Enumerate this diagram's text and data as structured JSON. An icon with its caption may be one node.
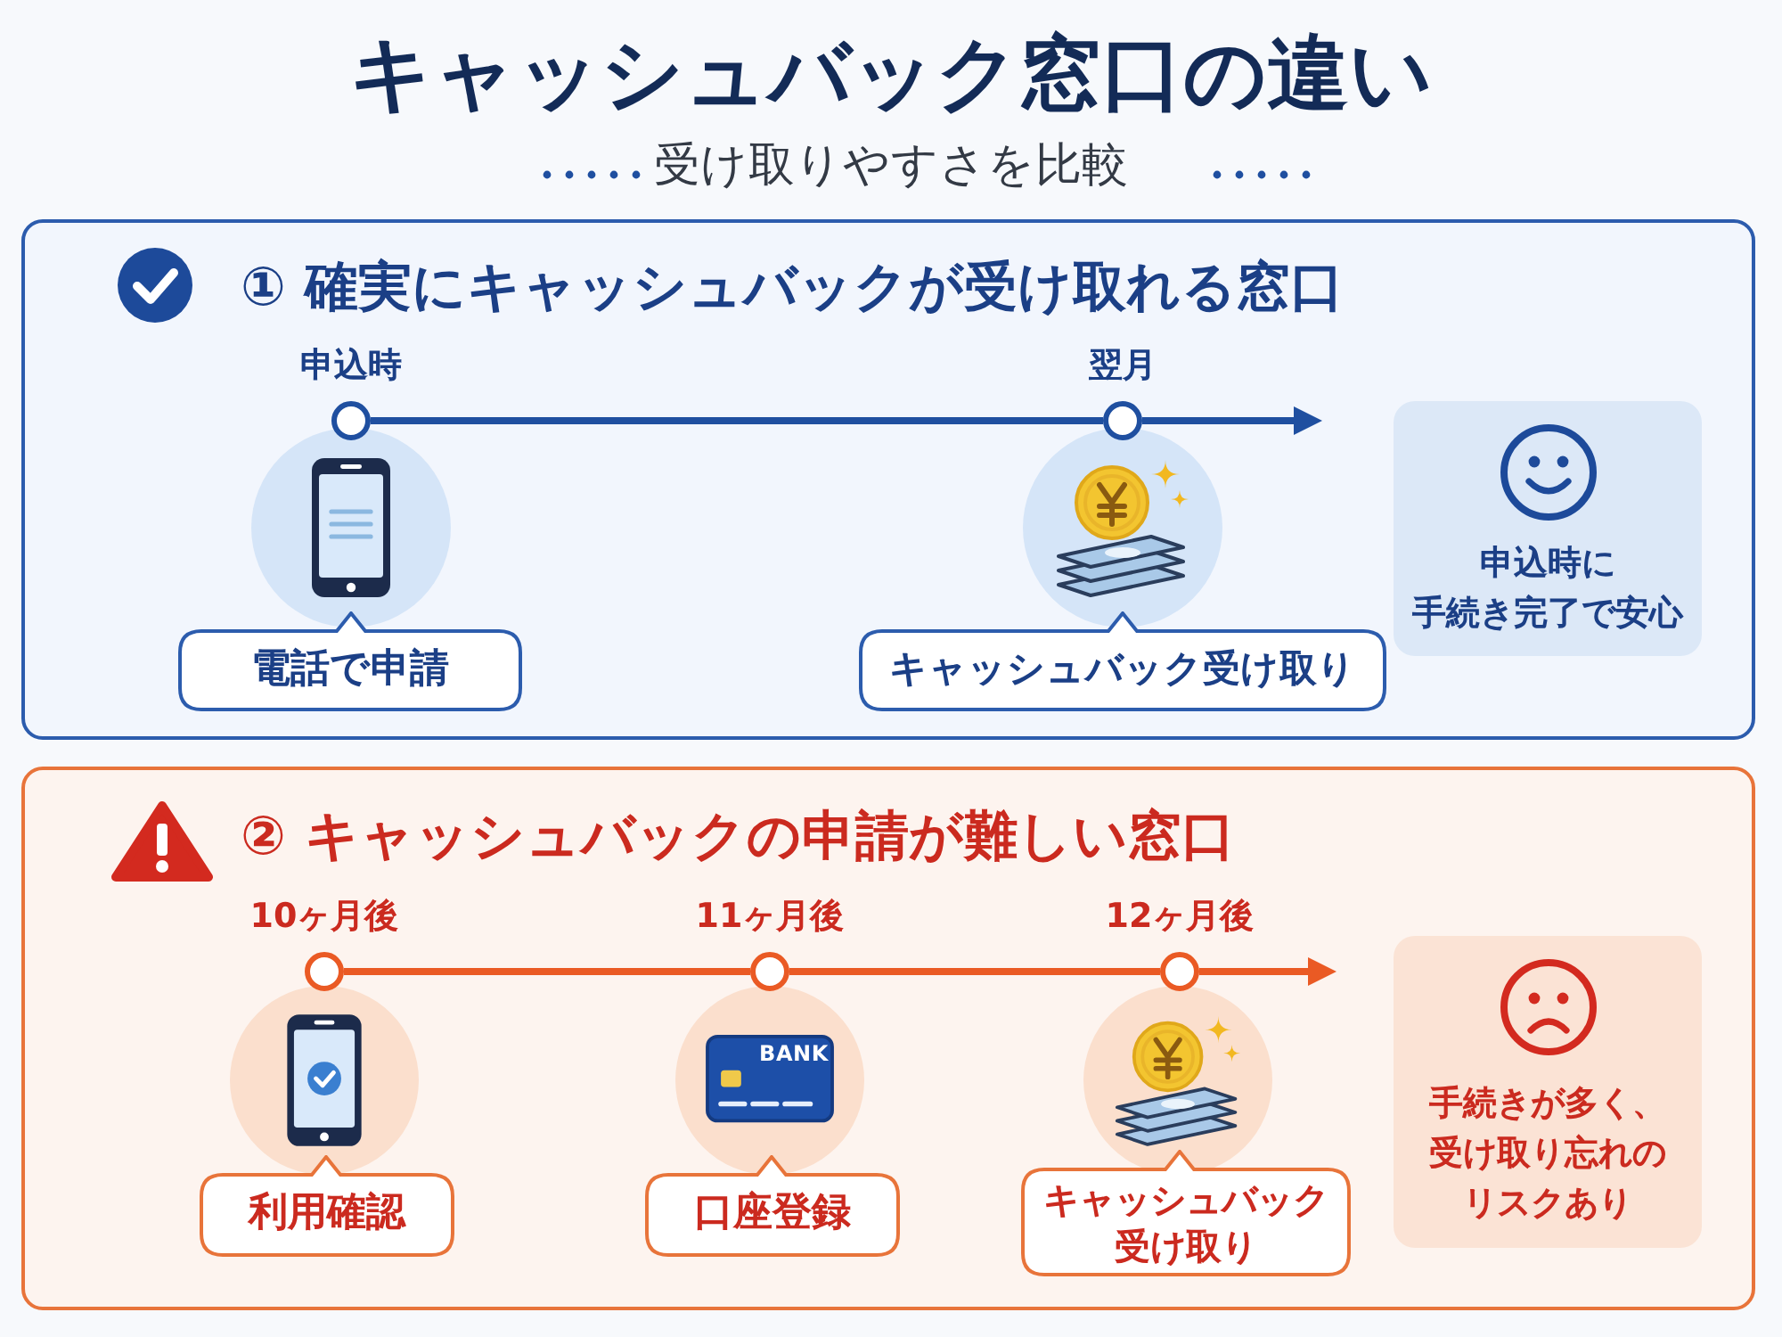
{
  "diagram": {
    "title": "キャッシュバック窓口の違い",
    "nodes": [
      {
        "text": [
          "① 確実にキャッシュバックが受け取れる窓口"
        ]
      },
      {
        "text": [],
        "shape": "circle",
        "beside": [
          "申込時"
        ],
        "in": 0
      },
      {
        "text": [],
        "shape": "circle",
        "beside": [
          "翌月"
        ],
        "in": 0
      },
      {
        "text": [
          "電話で申請"
        ],
        "in": 0
      },
      {
        "text": [
          "キャッシュバック受け取り"
        ],
        "in": 0
      },
      {
        "text": [
          "申込時に手続き完了で安心"
        ],
        "in": 0
      },
      {
        "text": [
          "② キャッシュバックの申請が難しい窓口"
        ]
      },
      {
        "text": [],
        "shape": "circle",
        "beside": [
          "10ヶ月後"
        ],
        "in": 6
      },
      {
        "text": [],
        "shape": "circle",
        "beside": [
          "11ヶ月後"
        ],
        "in": 6
      },
      {
        "text": [],
        "shape": "circle",
        "beside": [
          "12ヶ月後"
        ],
        "in": 6
      },
      {
        "text": [
          "利用確認"
        ],
        "in": 6
      },
      {
        "text": [
          "口座登録"
        ],
        "in": 6
      },
      {
        "text": [
          "キャッシュバック受け取り"
        ],
        "in": 6
      },
      {
        "text": [
          "手続きが多く、受け取り忘れのリスクあり"
        ],
        "in": 6
      }
    ],
    "edges": [
      {
        "from": 1,
        "to": 2,
        "arrow": "none",
        "color": "#1f4fa0"
      },
      {
        "from": 2,
        "to": null,
        "arrow": "to",
        "color": "#1f4fa0"
      },
      {
        "from": 7,
        "to": 8,
        "arrow": "none",
        "color": "#ea5a24"
      },
      {
        "from": 8,
        "to": 9,
        "arrow": "none",
        "color": "#ea5a24"
      },
      {
        "from": 9,
        "to": null,
        "arrow": "to",
        "color": "#ea5a24"
      }
    ],
    "labels": [
      "受け取りやすさを比較",
      "BANK"
    ]
  }
}
